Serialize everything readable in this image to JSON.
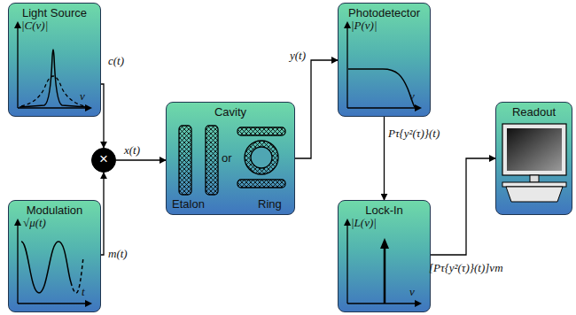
{
  "diagram": {
    "nodes": [
      {
        "text": [
          "Light Source",
          "|C(ν)|",
          "ν"
        ]
      },
      {
        "text": [
          "Modulation",
          "√μ(t)",
          "t"
        ]
      },
      {
        "text": [
          "×"
        ]
      },
      {
        "text": [
          "Cavity",
          "Etalon",
          "or",
          "Ring"
        ]
      },
      {
        "text": [
          "Photodetector",
          "|P(ν)|",
          "ν"
        ]
      },
      {
        "text": [
          "Lock-In",
          "|L(ν)|",
          "ν"
        ]
      },
      {
        "text": [
          "Readout"
        ]
      }
    ],
    "edges": [
      {
        "from": 0,
        "to": 2,
        "label": "c(t)",
        "arrow": "to"
      },
      {
        "from": 1,
        "to": 2,
        "label": "m(t)",
        "arrow": "to"
      },
      {
        "from": 2,
        "to": 3,
        "label": "x(t)",
        "arrow": "to"
      },
      {
        "from": 3,
        "to": 4,
        "label": "y(t)",
        "arrow": "to"
      },
      {
        "from": 4,
        "to": 5,
        "label": "Pτ{y²(τ)}(t)",
        "arrow": "to"
      },
      {
        "from": 5,
        "to": 6,
        "label": "[Pτ{y²(τ)}(t)]νm",
        "arrow": "to"
      }
    ]
  }
}
